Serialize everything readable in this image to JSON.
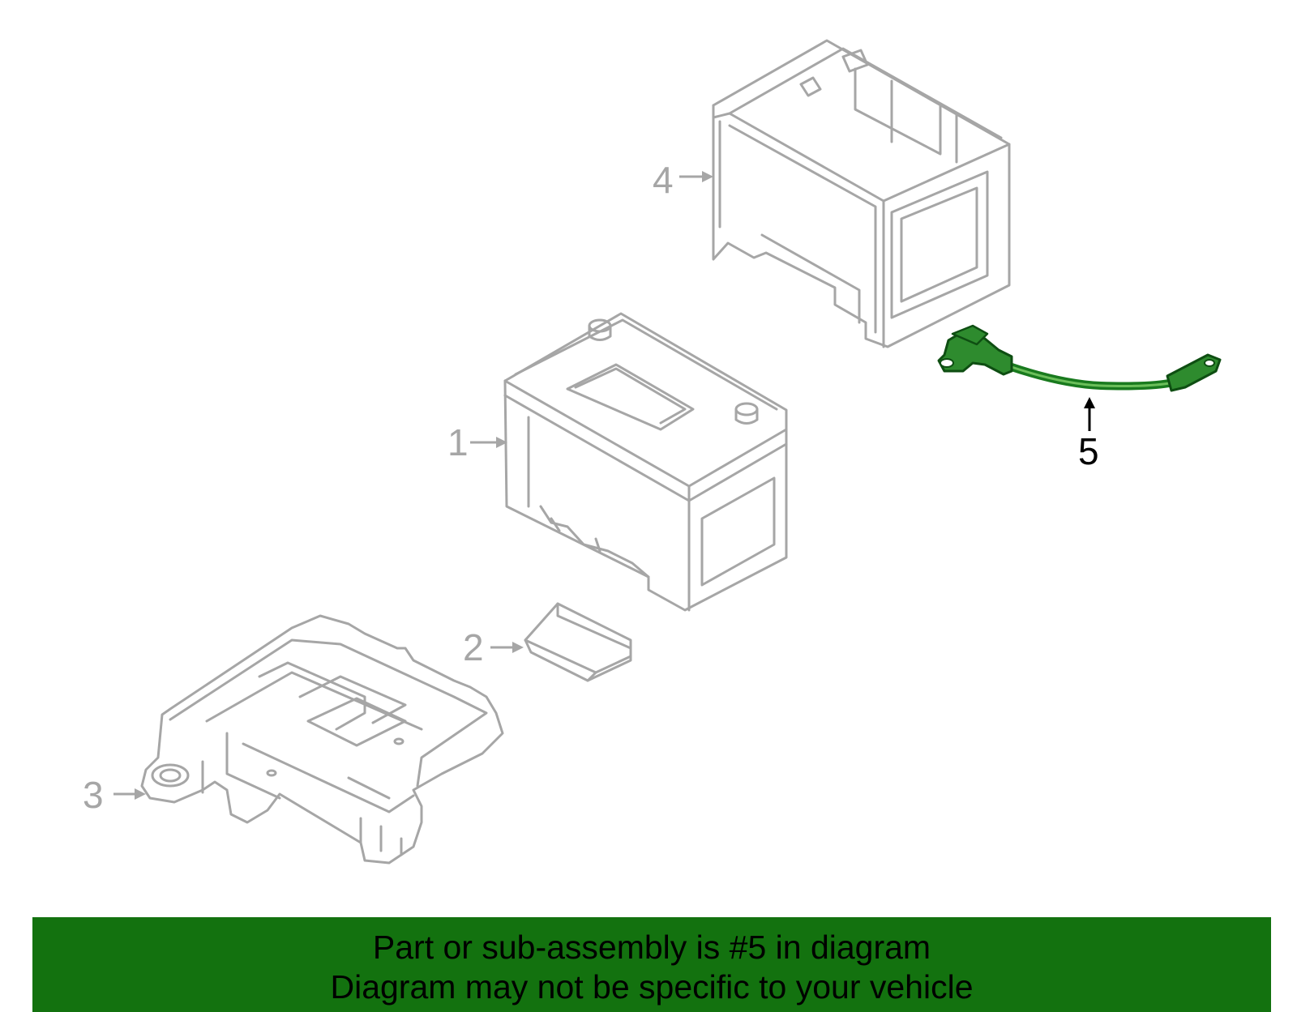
{
  "colors": {
    "part_gray": "#a6a6a6",
    "highlight_green": "#197a1e",
    "highlight_fill": "#2e8b2e",
    "banner_green": "#13720f",
    "text_black": "#000000",
    "background": "#ffffff"
  },
  "callouts": [
    {
      "number": "1",
      "highlighted": false
    },
    {
      "number": "2",
      "highlighted": false
    },
    {
      "number": "3",
      "highlighted": false
    },
    {
      "number": "4",
      "highlighted": false
    },
    {
      "number": "5",
      "highlighted": true
    }
  ],
  "banner": {
    "line1": "Part or sub-assembly is #5 in diagram",
    "line2": "Diagram may not be specific to your vehicle"
  }
}
